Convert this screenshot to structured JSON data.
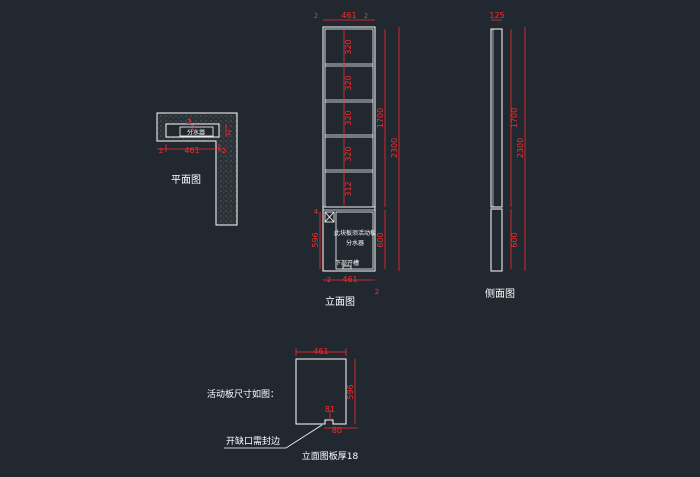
{
  "colors": {
    "background": "#212830",
    "line": "#ffffff",
    "dimension": "#ff2a2a",
    "hatch": "#3a3f45"
  },
  "plan": {
    "title": "平面图",
    "distributor_label": "分水器",
    "dim_width": "461",
    "dim_gap_left": "2",
    "dim_gap_right": "2",
    "dim_top_a": "2",
    "dim_top_b": "2",
    "dim_side": "2"
  },
  "elevation": {
    "title": "立面图",
    "dim_top_gap_left": "2",
    "dim_top_width": "461",
    "dim_top_gap_right": "2",
    "shelf_dims": [
      "320",
      "320",
      "320",
      "320",
      "312"
    ],
    "dim_1700": "1700",
    "dim_2300": "2300",
    "dim_600": "600",
    "dim_596": "596",
    "dim_4": "4",
    "panel_note": "此块板须活动板",
    "distributor_label": "分水器",
    "slot_note": "下部开槽",
    "dim_bottom_gap_left": "2",
    "dim_bottom_width": "461",
    "dim_bottom_gap_right": "2"
  },
  "side": {
    "title": "侧面图",
    "dim_top": "125",
    "dim_1700": "1700",
    "dim_2300": "2300",
    "dim_600": "600"
  },
  "panel": {
    "caption_size": "活动板尺寸如图：",
    "dim_width": "461",
    "dim_height": "596",
    "dim_notch_h": "81",
    "dim_notch_w": "80",
    "note_edge": "开缺口需封边",
    "title": "立面图板厚18"
  }
}
